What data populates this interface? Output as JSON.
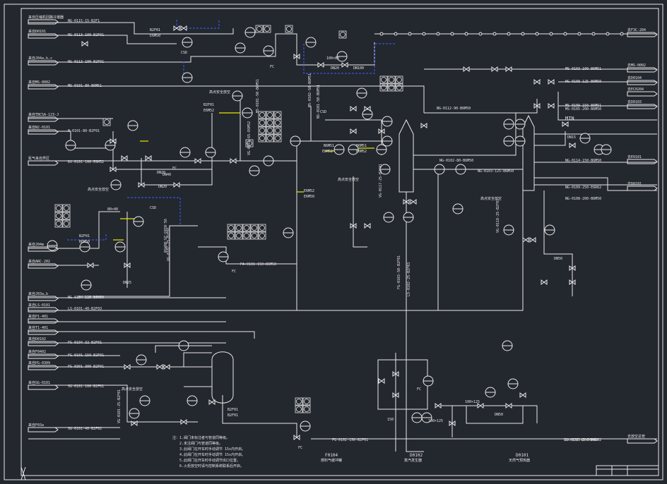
{
  "colors": {
    "background": "#23272e",
    "line": "#e9e9e9",
    "signal": "#3a56e0",
    "highlight": "#e6e600"
  },
  "offpage_left": [
    {
      "from": "来自压缩机回路冷凝器",
      "tag": "NG-0115-15-B2F1"
    },
    {
      "from": "来自D0101",
      "tag": "NG-0113-100-B2F01"
    },
    {
      "from": "来自J04a,b,c",
      "tag": "NG-0113-100-B2F01"
    },
    {
      "from": "来自MS-0002",
      "tag": "MS-0101-80-B6M51"
    },
    {
      "from": "来自TBCSA-123-J",
      "tag": ""
    },
    {
      "from": "来自N2-0101",
      "tag": "N-0101-80-B2F01"
    },
    {
      "from": "氮气来自界区",
      "tag": "DX-0101-100-E6M52"
    },
    {
      "from": "来自J04m",
      "tag": ""
    },
    {
      "from": "来自ARC-202",
      "tag": ""
    },
    {
      "from": "来自J03a,b",
      "tag": "NG-0104-125-B6M50"
    },
    {
      "from": "来自LS-0101",
      "tag": "LS-0101-40-B2F03"
    },
    {
      "from": "来自P1-401",
      "tag": ""
    },
    {
      "from": "来自T1-401",
      "tag": ""
    },
    {
      "from": "来自D0102",
      "tag": "FG-0104-32-B2F01"
    },
    {
      "from": "来自F0402",
      "tag": "FG-0101-150-B2F01"
    },
    {
      "from": "来自PG-0309",
      "tag": "FG-0301-300-B2F01"
    },
    {
      "from": "来自SG-0101",
      "tag": "SG-0101-100-B2F01"
    },
    {
      "from": "来自F03a",
      "tag": "SG-0101-40-B2F02"
    }
  ],
  "offpage_right": [
    {
      "to": "去F3C-204",
      "tag": ""
    },
    {
      "to": "去MS-0002",
      "tag": "MS-0103-100-B6M51"
    },
    {
      "to": "去D0104",
      "tag": "NG-0108-125-B6M50"
    },
    {
      "to": "去EC0204",
      "tag": ""
    },
    {
      "to": "去D0103",
      "tag": "MS-0109-150-B6M51"
    },
    {
      "to": "去E0101",
      "tag": "NG-0114-150-B6M50"
    },
    {
      "to": "去D0101",
      "tag": "NG-0109-250-E6R62"
    },
    {
      "to": "去放空总管",
      "tag": "DX-0103-200-E6R62"
    }
  ],
  "line_labels": [
    "NG-0112-90-B6M50",
    "NG-0102-80-B6M50",
    "NG-0103-125-B6M50",
    "MS-0105-200-B6M50",
    "NG-0108-200-B6M50",
    "VG-0117-25-B2F01",
    "VG-0118-25-B2F01",
    "LS-0102-25-B2F03",
    "FG-0103-50-B2F01",
    "PA-0101-150-B6M50",
    "VG-0101-25-B2F01",
    "VG-0102-25-B2F01",
    "FG-0102-150-B2F01",
    "MS-0101-50-B6M51",
    "VG-0103-25-B6M50",
    "MS-0102-50-B6M51",
    "NS-0101-50-B6M51",
    "DX-0102-80-E6R62",
    "VG-0101-65-E6M52"
  ],
  "spec_breaks": [
    "B2F01",
    "E6M50",
    "B6M50",
    "E6M52",
    "B6M51"
  ],
  "sizes": [
    "DN20",
    "DN40",
    "DN25",
    "DN50",
    "DN15",
    "DN100",
    "100×80",
    "80×40",
    "100×125",
    "150"
  ],
  "notes": "高点安全放空",
  "high_vent_labels": [
    "高点安全放空",
    "高点安全放空",
    "高点安全放空",
    "高点安全放空",
    "高点安全放空"
  ],
  "equipment": [
    {
      "tag": "F0104",
      "name": "燃料气缓冲罐"
    },
    {
      "tag": "D0102",
      "name": "蒸汽发生器"
    },
    {
      "tag": "D0101",
      "name": "天然气预热器"
    }
  ],
  "notes_list": [
    "注：1.阀门未标注者与管道同等级。",
    "2.未注阀门与管道同等级。",
    "3.此阀门在开车时手动调节 15s内开启。",
    "4.此阀门在开车时手动调节 15s内开启。",
    "5.此阀门在开车时手动调节出口位置。",
    "6.火炬放空时请与控制系统联系后开启。"
  ],
  "min_label": "MIN",
  "csd": "CSD",
  "fc": "FC"
}
